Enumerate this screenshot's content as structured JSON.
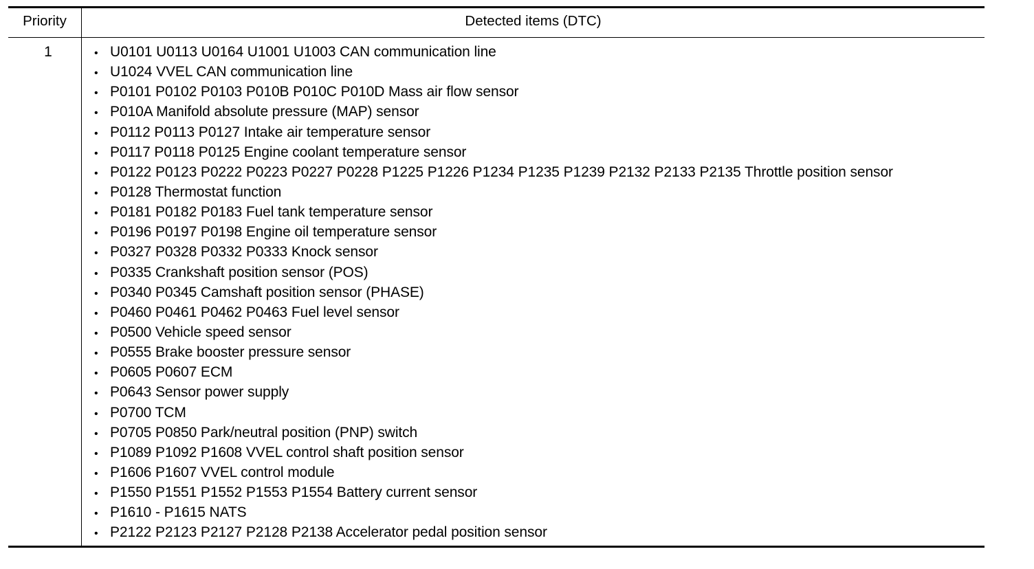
{
  "table": {
    "header": {
      "priority": "Priority",
      "items": "Detected items (DTC)"
    },
    "rows": [
      {
        "priority": "1",
        "items": [
          "U0101 U0113 U0164 U1001 U1003 CAN communication line",
          "U1024 VVEL CAN communication line",
          "P0101 P0102 P0103 P010B P010C P010D Mass air flow sensor",
          "P010A Manifold absolute pressure (MAP) sensor",
          "P0112 P0113 P0127 Intake air temperature sensor",
          "P0117 P0118 P0125 Engine coolant temperature sensor",
          "P0122 P0123 P0222 P0223 P0227 P0228 P1225 P1226 P1234 P1235 P1239 P2132 P2133 P2135 Throttle position sensor",
          "P0128 Thermostat function",
          "P0181 P0182 P0183 Fuel tank temperature sensor",
          "P0196 P0197 P0198 Engine oil temperature sensor",
          "P0327 P0328 P0332 P0333 Knock sensor",
          "P0335 Crankshaft position sensor (POS)",
          "P0340 P0345 Camshaft position sensor (PHASE)",
          "P0460 P0461 P0462 P0463 Fuel level sensor",
          "P0500 Vehicle speed sensor",
          "P0555 Brake booster pressure sensor",
          "P0605 P0607 ECM",
          "P0643 Sensor power supply",
          "P0700 TCM",
          "P0705 P0850 Park/neutral position (PNP) switch",
          "P1089 P1092 P1608 VVEL control shaft position sensor",
          "P1606 P1607 VVEL control module",
          "P1550 P1551 P1552 P1553 P1554 Battery current sensor",
          "P1610 - P1615 NATS",
          "P2122 P2123 P2127 P2128 P2138 Accelerator pedal position sensor"
        ]
      }
    ]
  }
}
